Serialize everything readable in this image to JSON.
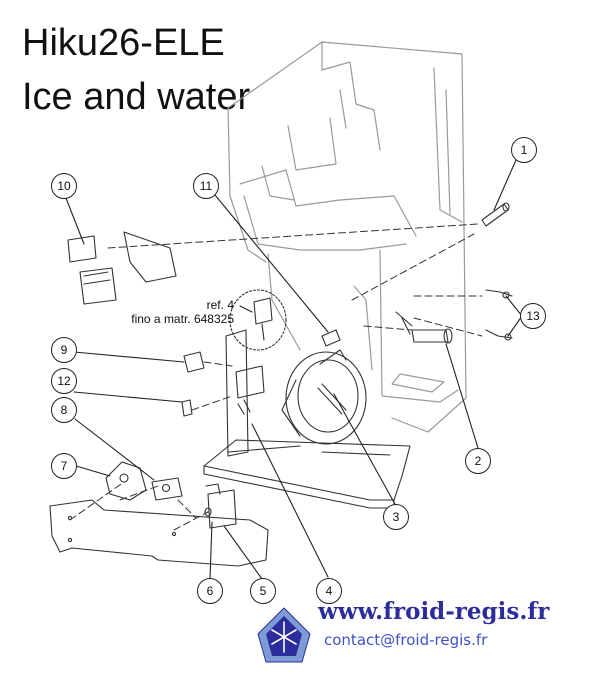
{
  "title": {
    "line1": "Hiku26-ELE",
    "line2": "Ice and water"
  },
  "reference_note": {
    "line1": "ref. 4",
    "line2": "fino a matr. 648325"
  },
  "callouts": [
    "1",
    "2",
    "3",
    "4",
    "5",
    "6",
    "7",
    "8",
    "9",
    "10",
    "11",
    "12",
    "13"
  ],
  "footer": {
    "website": "www.froid-regis.fr",
    "email": "contact@froid-regis.fr"
  },
  "colors": {
    "line": "#222222",
    "light_line": "#9a9a9a",
    "brand_blue": "#2b2d9c",
    "brand_light_blue": "#3f52c9"
  },
  "icons": {
    "logo": "snowflake-logo-icon"
  }
}
